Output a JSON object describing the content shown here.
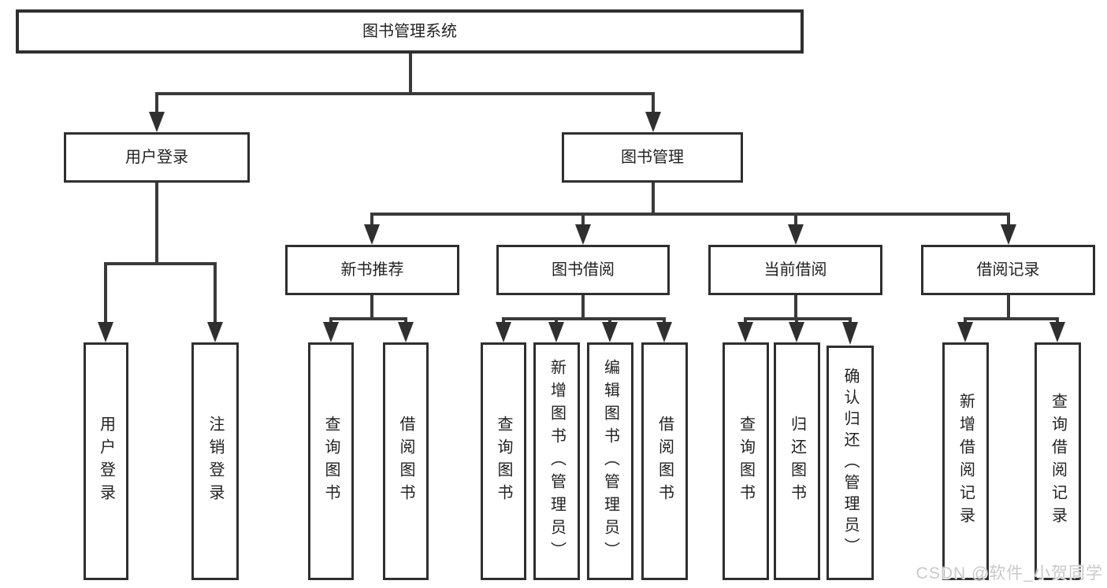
{
  "tree": {
    "label": "图书管理系统",
    "children": [
      {
        "label": "用户登录",
        "children": [
          {
            "label": "用户登录"
          },
          {
            "label": "注销登录"
          }
        ]
      },
      {
        "label": "图书管理",
        "children": [
          {
            "label": "新书推荐",
            "children": [
              {
                "label": "查询图书"
              },
              {
                "label": "借阅图书"
              }
            ]
          },
          {
            "label": "图书借阅",
            "children": [
              {
                "label": "查询图书"
              },
              {
                "label": "新增图书（管理员）"
              },
              {
                "label": "编辑图书（管理员）"
              },
              {
                "label": "借阅图书"
              }
            ]
          },
          {
            "label": "当前借阅",
            "children": [
              {
                "label": "查询图书"
              },
              {
                "label": "归还图书"
              },
              {
                "label": "确认归还（管理员）"
              }
            ]
          },
          {
            "label": "借阅记录",
            "children": [
              {
                "label": "新增借阅记录"
              },
              {
                "label": "查询借阅记录"
              }
            ]
          }
        ]
      }
    ]
  },
  "watermark": "CSDN @软件_小贺同学",
  "colors": {
    "line": "#3a3a3a",
    "box_border": "#2f2f2f",
    "text": "#222222",
    "watermark": "#c9c9c9",
    "background": "#ffffff"
  }
}
